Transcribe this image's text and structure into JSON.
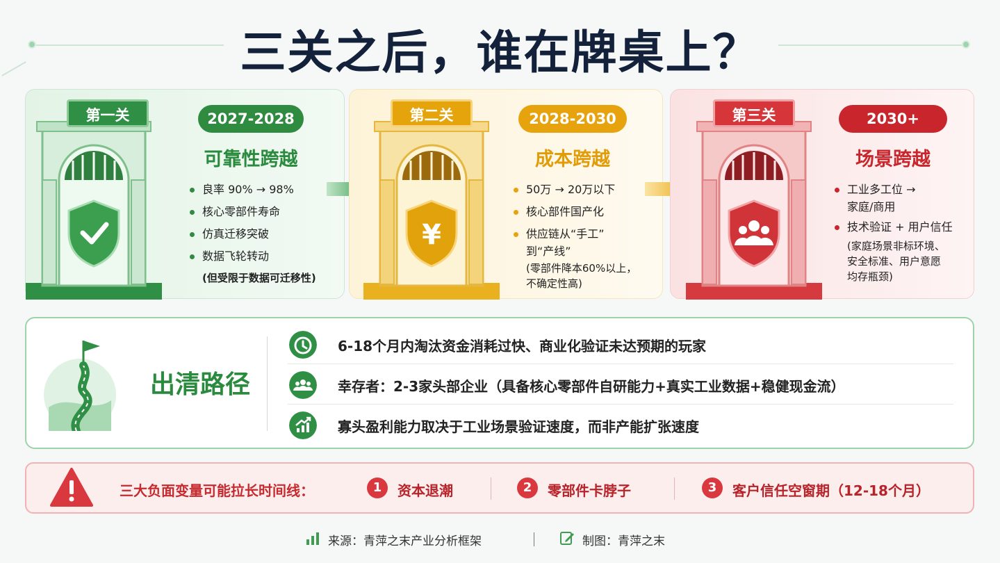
{
  "title": "三关之后，谁在牌桌上？",
  "colors": {
    "green": "#2e8b40",
    "yellow": "#e7a30d",
    "red": "#c8252c"
  },
  "stages": [
    {
      "gate_label": "第一关",
      "period": "2027-2028",
      "heading": "可靠性跨越",
      "icon": "shield-check-icon",
      "bullets": [
        "良率 90% → 98%",
        "核心零部件寿命",
        "仿真迁移突破",
        "数据飞轮转动"
      ],
      "note": "(但受限于数据可迁移性)"
    },
    {
      "gate_label": "第二关",
      "period": "2028-2030",
      "heading": "成本跨越",
      "icon": "shield-yen-icon",
      "bullets": [
        "50万 → 20万以下",
        "核心部件国产化",
        "供应链从“手工”"
      ],
      "bullet_cont": "到“产线”",
      "note_lines": [
        "(零部件降本60%以上，",
        "不确定性高)"
      ]
    },
    {
      "gate_label": "第三关",
      "period": "2030+",
      "heading": "场景跨越",
      "icon": "shield-users-icon",
      "bullets": [
        "工业多工位 →"
      ],
      "bullet_cont": "家庭/商用",
      "bullets2": [
        "技术验证 + 用户信任"
      ],
      "note_lines": [
        "(家庭场景非标环境、",
        "安全标准、用户意愿",
        "均存瓶颈)"
      ]
    }
  ],
  "exit": {
    "title": "出清路径",
    "rows": [
      {
        "icon": "clock-icon",
        "text": "6-18个月内淘汰资金消耗过快、商业化验证未达预期的玩家"
      },
      {
        "icon": "users-icon",
        "text": "幸存者：2-3家头部企业（具备核心零部件自研能力+真实工业数据+稳健现金流）"
      },
      {
        "icon": "growth-chart-icon",
        "text": "寡头盈利能力取决于工业场景验证速度，而非产能扩张速度"
      }
    ]
  },
  "risk": {
    "label": "三大负面变量可能拉长时间线：",
    "items": [
      {
        "num": "1",
        "text": "资本退潮"
      },
      {
        "num": "2",
        "text": "零部件卡脖子"
      },
      {
        "num": "3",
        "text": "客户信任空窗期（12-18个月）"
      }
    ]
  },
  "footer": {
    "source": "来源：青萍之末产业分析框架",
    "separator": "|",
    "author": "制图：青萍之末"
  }
}
